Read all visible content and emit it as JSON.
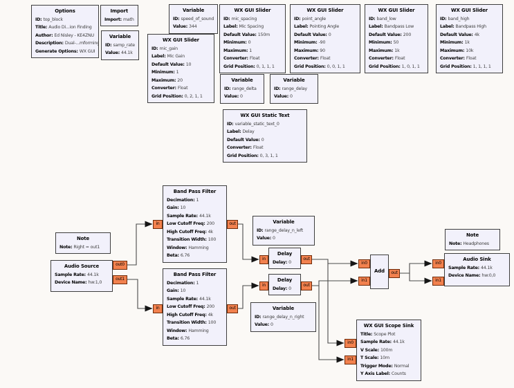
{
  "app": "GNU Radio Companion flowgraph canvas",
  "colors": {
    "canvas_bg": "#fbf9f6",
    "block_fill": "#f2f1fb",
    "block_border": "#3d3d3d",
    "port_fill": "#f2814e",
    "port_border": "#6e2a08",
    "wire": "#4a4a4a",
    "arrowhead": "#161616"
  },
  "ports": {
    "in": "in",
    "out": "out",
    "in0": "in0",
    "in1": "in1",
    "out0": "out0",
    "out1": "out1"
  },
  "blocks": {
    "options": {
      "title": "Options",
      "params": [
        {
          "k": "ID",
          "v": "top_block"
        },
        {
          "k": "Title",
          "v": "Audio Di...ion Finding"
        },
        {
          "k": "Author",
          "v": "Ed Nisley - KE4ZNU"
        },
        {
          "k": "Description",
          "v": "Dual-...mforming"
        },
        {
          "k": "Generate Options",
          "v": "WX GUI"
        }
      ]
    },
    "import": {
      "title": "Import",
      "params": [
        {
          "k": "Import",
          "v": "math"
        }
      ]
    },
    "variable_samp_rate": {
      "title": "Variable",
      "params": [
        {
          "k": "ID",
          "v": "samp_rate"
        },
        {
          "k": "Value",
          "v": "44.1k"
        }
      ]
    },
    "variable_speed_of_sound": {
      "title": "Variable",
      "params": [
        {
          "k": "ID",
          "v": "speed_of_sound"
        },
        {
          "k": "Value",
          "v": "344"
        }
      ]
    },
    "slider_mic_gain": {
      "title": "WX GUI Slider",
      "params": [
        {
          "k": "ID",
          "v": "mic_gain"
        },
        {
          "k": "Label",
          "v": "Mic Gain"
        },
        {
          "k": "Default Value",
          "v": "10"
        },
        {
          "k": "Minimum",
          "v": "1"
        },
        {
          "k": "Maximum",
          "v": "20"
        },
        {
          "k": "Converter",
          "v": "Float"
        },
        {
          "k": "Grid Position",
          "v": "0, 2, 1, 1"
        }
      ]
    },
    "slider_mic_spacing": {
      "title": "WX GUI Slider",
      "params": [
        {
          "k": "ID",
          "v": "mic_spacing"
        },
        {
          "k": "Label",
          "v": "Mic Spacing"
        },
        {
          "k": "Default Value",
          "v": "150m"
        },
        {
          "k": "Minimum",
          "v": "0"
        },
        {
          "k": "Maximum",
          "v": "1"
        },
        {
          "k": "Converter",
          "v": "Float"
        },
        {
          "k": "Grid Position",
          "v": "0, 1, 1, 1"
        }
      ]
    },
    "slider_point_angle": {
      "title": "WX GUI Slider",
      "params": [
        {
          "k": "ID",
          "v": "point_angle"
        },
        {
          "k": "Label",
          "v": "Pointing Angle"
        },
        {
          "k": "Default Value",
          "v": "0"
        },
        {
          "k": "Minimum",
          "v": "-90"
        },
        {
          "k": "Maximum",
          "v": "90"
        },
        {
          "k": "Converter",
          "v": "Float"
        },
        {
          "k": "Grid Position",
          "v": "0, 0, 1, 1"
        }
      ]
    },
    "slider_band_low": {
      "title": "WX GUI Slider",
      "params": [
        {
          "k": "ID",
          "v": "band_low"
        },
        {
          "k": "Label",
          "v": "Bandpass Low"
        },
        {
          "k": "Default Value",
          "v": "200"
        },
        {
          "k": "Minimum",
          "v": "50"
        },
        {
          "k": "Maximum",
          "v": "1k"
        },
        {
          "k": "Converter",
          "v": "Float"
        },
        {
          "k": "Grid Position",
          "v": "1, 0, 1, 1"
        }
      ]
    },
    "slider_band_high": {
      "title": "WX GUI Slider",
      "params": [
        {
          "k": "ID",
          "v": "band_high"
        },
        {
          "k": "Label",
          "v": "Bandpass High"
        },
        {
          "k": "Default Value",
          "v": "4k"
        },
        {
          "k": "Minimum",
          "v": "1k"
        },
        {
          "k": "Maximum",
          "v": "10k"
        },
        {
          "k": "Converter",
          "v": "Float"
        },
        {
          "k": "Grid Position",
          "v": "1, 1, 1, 1"
        }
      ]
    },
    "variable_range_delta": {
      "title": "Variable",
      "params": [
        {
          "k": "ID",
          "v": "range_delta"
        },
        {
          "k": "Value",
          "v": "0"
        }
      ]
    },
    "variable_range_delay": {
      "title": "Variable",
      "params": [
        {
          "k": "ID",
          "v": "range_delay"
        },
        {
          "k": "Value",
          "v": "0"
        }
      ]
    },
    "static_text": {
      "title": "WX GUI Static Text",
      "params": [
        {
          "k": "ID",
          "v": "variable_static_text_0"
        },
        {
          "k": "Label",
          "v": "Delay"
        },
        {
          "k": "Default Value",
          "v": "0"
        },
        {
          "k": "Converter",
          "v": "Float"
        },
        {
          "k": "Grid Position",
          "v": "0, 3, 1, 1"
        }
      ]
    },
    "note_right": {
      "title": "Note",
      "params": [
        {
          "k": "Note",
          "v": "Right = out1"
        }
      ]
    },
    "audio_source": {
      "title": "Audio Source",
      "params": [
        {
          "k": "Sample Rate",
          "v": "44.1k"
        },
        {
          "k": "Device Name",
          "v": "hw:1,0"
        }
      ]
    },
    "bpf_left": {
      "title": "Band Pass Filter",
      "params": [
        {
          "k": "Decimation",
          "v": "1"
        },
        {
          "k": "Gain",
          "v": "10"
        },
        {
          "k": "Sample Rate",
          "v": "44.1k"
        },
        {
          "k": "Low Cutoff Freq",
          "v": "200"
        },
        {
          "k": "High Cutoff Freq",
          "v": "4k"
        },
        {
          "k": "Transition Width",
          "v": "100"
        },
        {
          "k": "Window",
          "v": "Hamming"
        },
        {
          "k": "Beta",
          "v": "6.76"
        }
      ]
    },
    "bpf_right": {
      "title": "Band Pass Filter",
      "params": [
        {
          "k": "Decimation",
          "v": "1"
        },
        {
          "k": "Gain",
          "v": "10"
        },
        {
          "k": "Sample Rate",
          "v": "44.1k"
        },
        {
          "k": "Low Cutoff Freq",
          "v": "200"
        },
        {
          "k": "High Cutoff Freq",
          "v": "4k"
        },
        {
          "k": "Transition Width",
          "v": "100"
        },
        {
          "k": "Window",
          "v": "Hamming"
        },
        {
          "k": "Beta",
          "v": "6.76"
        }
      ]
    },
    "variable_rd_left": {
      "title": "Variable",
      "params": [
        {
          "k": "ID",
          "v": "range_delay_n_left"
        },
        {
          "k": "Value",
          "v": "0"
        }
      ]
    },
    "delay_left": {
      "title": "Delay",
      "params": [
        {
          "k": "Delay",
          "v": "0"
        }
      ]
    },
    "delay_right": {
      "title": "Delay",
      "params": [
        {
          "k": "Delay",
          "v": "0"
        }
      ]
    },
    "variable_rd_right": {
      "title": "Variable",
      "params": [
        {
          "k": "ID",
          "v": "range_delay_n_right"
        },
        {
          "k": "Value",
          "v": "0"
        }
      ]
    },
    "add": {
      "title": "Add",
      "params": []
    },
    "note_headphones": {
      "title": "Note",
      "params": [
        {
          "k": "Note",
          "v": "Headphones"
        }
      ]
    },
    "audio_sink": {
      "title": "Audio Sink",
      "params": [
        {
          "k": "Sample Rate",
          "v": "44.1k"
        },
        {
          "k": "Device Name",
          "v": "hw:0,0"
        }
      ]
    },
    "scope_sink": {
      "title": "WX GUI Scope Sink",
      "params": [
        {
          "k": "Title",
          "v": "Scope Plot"
        },
        {
          "k": "Sample Rate",
          "v": "44.1k"
        },
        {
          "k": "V Scale",
          "v": "100m"
        },
        {
          "k": "T Scale",
          "v": "10m"
        },
        {
          "k": "Trigger Mode",
          "v": "Normal"
        },
        {
          "k": "Y Axis Label",
          "v": "Counts"
        }
      ]
    }
  }
}
